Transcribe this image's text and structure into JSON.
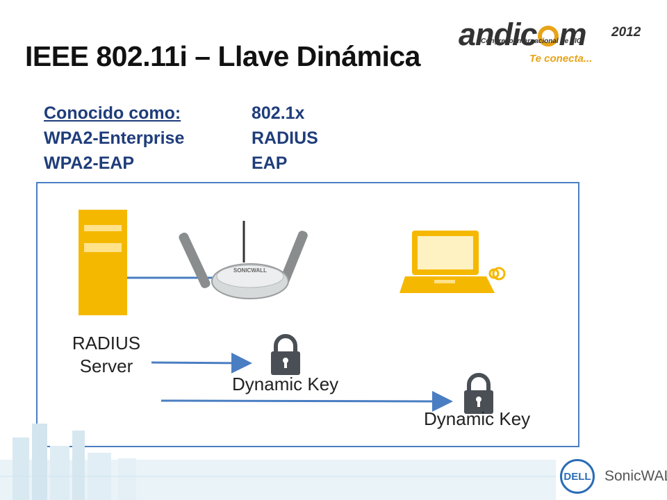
{
  "slide": {
    "title": "IEEE 802.11i – Llave Dinámica"
  },
  "logo": {
    "brand_prefix": "andic",
    "brand_suffix": "m",
    "year": "2012",
    "subtitle": "Congreso Internacional de TIC",
    "tagline": "Te conecta...",
    "accent_color": "#e8a317"
  },
  "aka": {
    "heading": "Conocido como:",
    "left": [
      "WPA2-Enterprise",
      "WPA2-EAP"
    ],
    "right": [
      "802.1x",
      "RADIUS",
      "EAP"
    ]
  },
  "diagram": {
    "server_label_line1": "RADIUS",
    "server_label_line2": "Server",
    "access_point_brand": "SONICWALL",
    "key1_label": "Dynamic Key",
    "key2_label": "Dynamic Key",
    "icons": [
      "server-icon",
      "access-point-icon",
      "laptop-icon",
      "lock-icon",
      "lock-icon"
    ],
    "device_color": "#f5b800",
    "arrow_color": "#4a7ec2"
  },
  "footer": {
    "dell": "DELL",
    "sonicwall": "SonicWALL"
  }
}
